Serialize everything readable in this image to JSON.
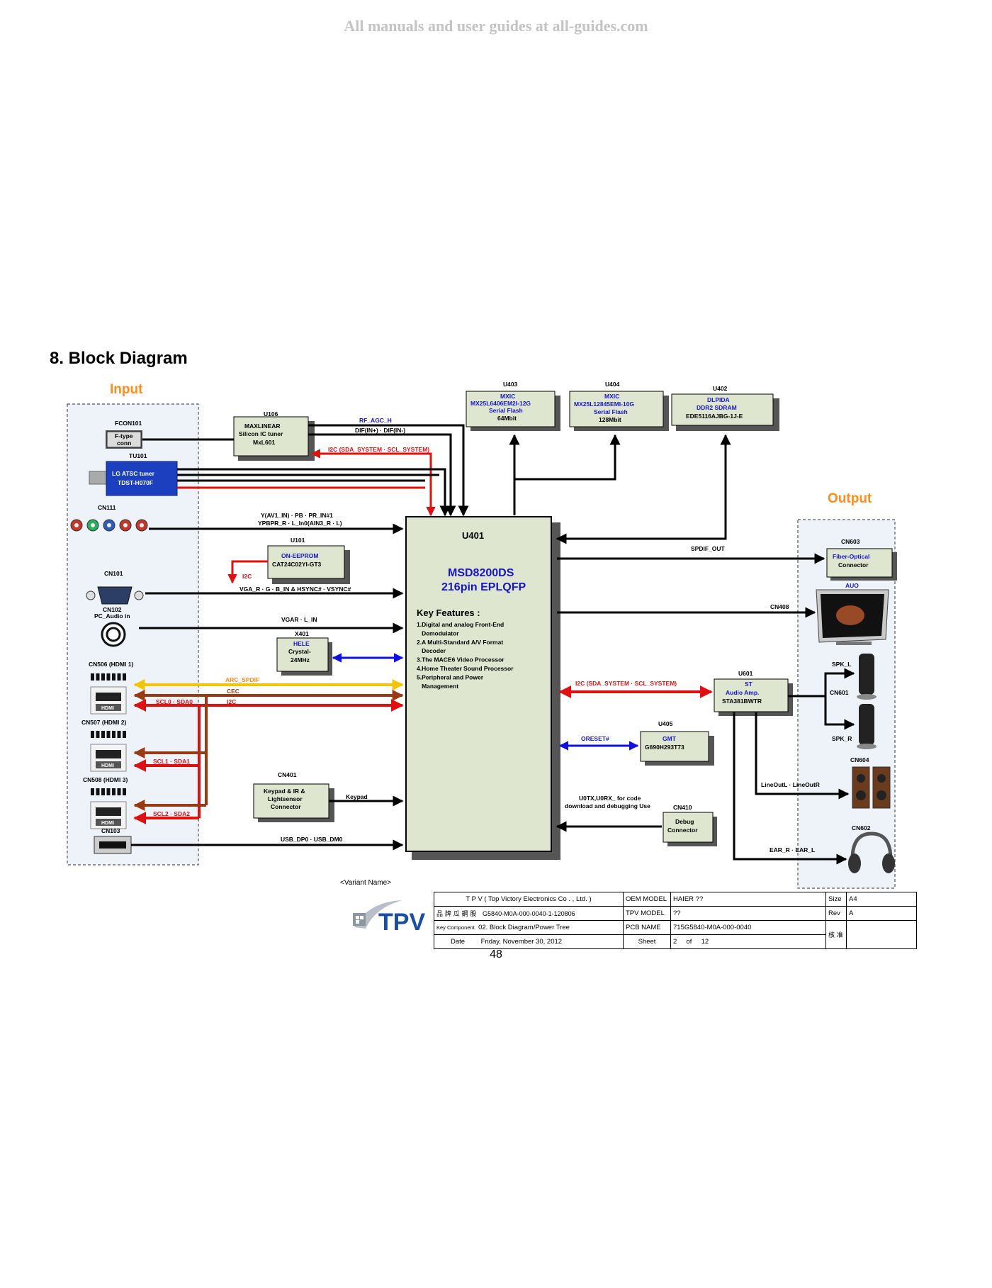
{
  "watermark": "All manuals and user guides at all-guides.com",
  "section_title": "8. Block Diagram",
  "groups": {
    "input": "Input",
    "output": "Output"
  },
  "blocks": {
    "u106": {
      "ref": "U106",
      "l1": "MAXLINEAR",
      "l2": "Silicon IC tuner",
      "l3": "MxL601"
    },
    "fcon101": {
      "ref": "FCON101",
      "l1": "F-type",
      "l2": "conn"
    },
    "tu101": {
      "ref": "TU101",
      "l1": "LG ATSC tuner",
      "l2": "TDST-H070F"
    },
    "cn111": {
      "ref": "CN111"
    },
    "cn101": {
      "ref": "CN101"
    },
    "cn102": {
      "ref": "CN102",
      "l1": "PC_Audio in"
    },
    "cn506": {
      "ref": "CN506 (HDMI 1)"
    },
    "cn507": {
      "ref": "CN507 (HDMI 2)"
    },
    "cn508": {
      "ref": "CN508 (HDMI 3)"
    },
    "cn103": {
      "ref": "CN103"
    },
    "hdmi_label": "HDMI",
    "u403": {
      "ref": "U403",
      "l1": "MXIC",
      "l2": "MX25L6406EM2I-12G",
      "l3": "Serial Flash",
      "l4": "64Mbit"
    },
    "u404": {
      "ref": "U404",
      "l1": "MXIC",
      "l2": "MX25L12845EMI-10G",
      "l3": "Serial Flash",
      "l4": "128Mbit"
    },
    "u402": {
      "ref": "U402",
      "l1": "DLPIDA",
      "l2": "DDR2 SDRAM",
      "l3": "EDE5116AJBG-1J-E"
    },
    "u101": {
      "ref": "U101",
      "l1": "ON-EEPROM",
      "l2": "CAT24C02YI-GT3"
    },
    "x401": {
      "ref": "X401",
      "l1": "HELE",
      "l2": "Crystal-",
      "l3": "24MHz"
    },
    "cn401": {
      "ref": "CN401",
      "l1": "Keypad & IR &",
      "l2": "Lightsensor",
      "l3": "Connector"
    },
    "u401": {
      "ref": "U401",
      "chip": "MSD8200DS",
      "package": "216pin EPLQFP",
      "features_title": "Key Features :",
      "features": [
        "1.Digital and analog Front-End",
        "   Demodulator",
        "2.A Multi-Standard A/V Format",
        "   Decoder",
        "3.The MACE6 Video Processor",
        "4.Home Theater Sound Processor",
        "5.Peripheral and Power",
        "   Management"
      ]
    },
    "cn603": {
      "ref": "CN603",
      "l1": "Fiber-Optical",
      "l2": "Connector"
    },
    "auo": "AUO",
    "u601": {
      "ref": "U601",
      "l1": "ST",
      "l2": "Audio Amp.",
      "l3": "STA381BWTR"
    },
    "u405": {
      "ref": "U405",
      "l1": "GMT",
      "l2": "G690H293T73"
    },
    "cn410": {
      "ref": "CN410",
      "l1": "Debug",
      "l2": "Connector"
    },
    "cn601": "CN601",
    "cn604": "CN604",
    "cn602": "CN602",
    "spk_l": "SPK_L",
    "spk_r": "SPK_R"
  },
  "signals": {
    "rf_agc": "RF_AGC_H",
    "dif": "DIF(IN+) · DIF(IN-)",
    "i2c_sys": "I2C (SDA_SYSTEM · SCL_SYSTEM)",
    "yav1": "Y(AV1_IN) · PB · PR_IN#1",
    "ypbpr": "YPBPR_R · L_In0(AIN3_R · L)",
    "i2c": "I2C",
    "vga": "VGA_R · G · B_IN  &  HSYNC# · VSYNC#",
    "vgar": "VGAR · L_IN",
    "arc": "ARC_SPDIF",
    "cec": "CEC",
    "i2c_hdmi": "I2C",
    "scl0": "SCL0 · SDA0",
    "scl1": "SCL1 · SDA1",
    "scl2": "SCL2 · SDA2",
    "keypad": "Keypad",
    "usb": "USB_DP0 · USB_DM0",
    "spdif_out": "SPDIF_OUT",
    "cn408": "CN408",
    "i2c_amp": "I2C (SDA_SYSTEM · SCL_SYSTEM)",
    "oreset": "ORESET#",
    "uart1": "U0TX,U0RX_ for code",
    "uart2": "download and debugging Use",
    "lineout": "LineOutL · LineOutR",
    "ear": "EAR_R · EAR_L"
  },
  "footer": {
    "variant": "<Variant Name>",
    "logo": "TPV",
    "company": "T P V   ( Top    Victory    Electronics    Co . ,   Ltd. )",
    "oem_label": "OEM MODEL",
    "oem_value": "HAIER ??",
    "size_label": "Size",
    "size_value": "A4",
    "cjk1": "品 牌 瓜 鋼 股",
    "part_no": "G5840-M0A-000-0040-1-120806",
    "tpv_model_label": "TPV MODEL",
    "tpv_model_value": "??",
    "rev_label": "Rev",
    "rev_value": "A",
    "keycomp_label": "Key Component",
    "keycomp_value": "02. Block Diagram/Power Tree",
    "pcb_label": "PCB NAME",
    "pcb_value": "715G5840-M0A-000-0040",
    "cjk2": "核 准",
    "date_label": "Date",
    "date_value": "Friday, November 30, 2012",
    "sheet_label": "Sheet",
    "sheet_value": "2",
    "of_label": "of",
    "sheet_total": "12"
  },
  "page_number": "48",
  "colors": {
    "block_fill": "#dfe6cf",
    "tuner_fill": "#1b3fbf",
    "red": "#e01010",
    "blue": "#1010e0",
    "yellow": "#f2c500",
    "brown": "#9a3a12",
    "orange": "#ff8c1a",
    "label_blue": "#1515d0"
  }
}
